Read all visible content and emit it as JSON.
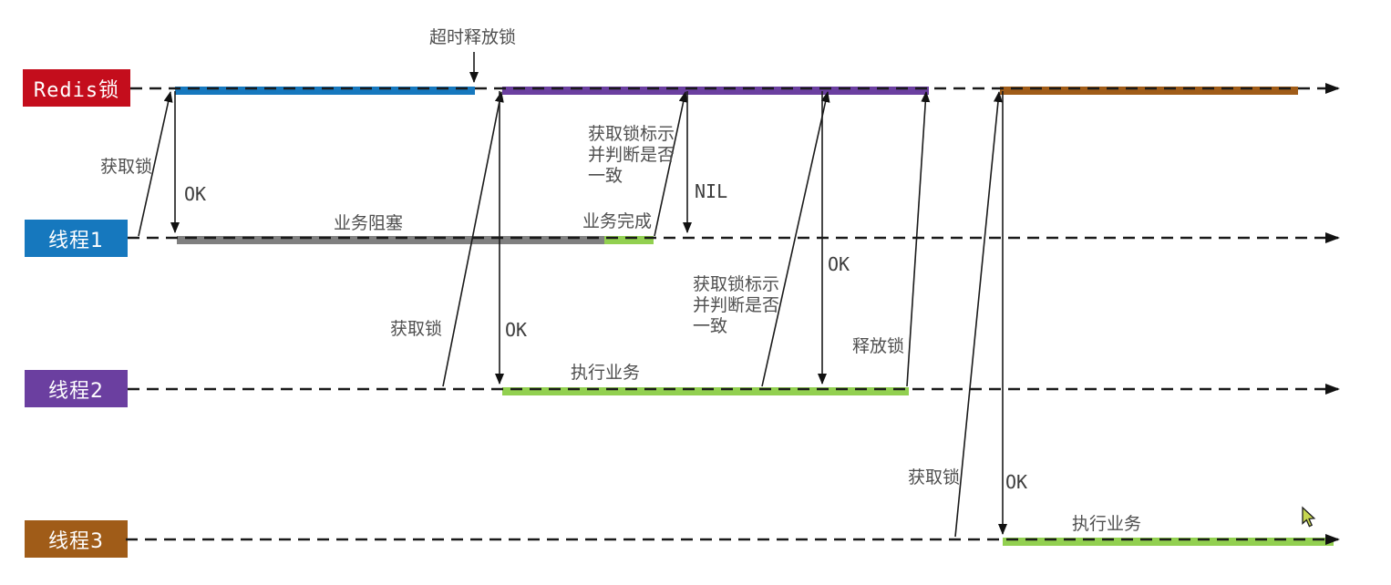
{
  "lanes": {
    "redis": {
      "label": "Redis锁",
      "color": "#c40d1c"
    },
    "t1": {
      "label": "线程1",
      "color": "#1678be"
    },
    "t2": {
      "label": "线程2",
      "color": "#6b3fa0"
    },
    "t3": {
      "label": "线程3",
      "color": "#a05c18"
    }
  },
  "bars": {
    "redis_lock_by_t1": {
      "color": "#1678be"
    },
    "redis_lock_by_t2": {
      "color": "#6b3fa0"
    },
    "redis_lock_by_t3": {
      "color": "#a05c18"
    },
    "t1_blocked": {
      "label": "业务阻塞",
      "color": "#808080"
    },
    "t1_done": {
      "label": "业务完成",
      "color": "#92d050"
    },
    "t2_exec": {
      "label": "执行业务",
      "color": "#92d050"
    },
    "t3_exec": {
      "label": "执行业务",
      "color": "#92d050"
    }
  },
  "annotations": {
    "timeout_release": "超时释放锁",
    "t1_acquire": "获取锁",
    "t1_ok": "OK",
    "t1_check": "获取锁标示\n并判断是否\n一致",
    "t1_nil": "NIL",
    "t2_acquire": "获取锁",
    "t2_ok": "OK",
    "t2_check": "获取锁标示\n并判断是否\n一致",
    "t2_check_ok": "OK",
    "t2_release": "释放锁",
    "t3_acquire": "获取锁",
    "t3_ok": "OK"
  },
  "colors": {
    "timeline": "#1a1a1a",
    "annotation_text": "#4f4f4f",
    "label_text": "#ffffff",
    "cursor_fill": "#c6d64f",
    "background": "#ffffff"
  }
}
